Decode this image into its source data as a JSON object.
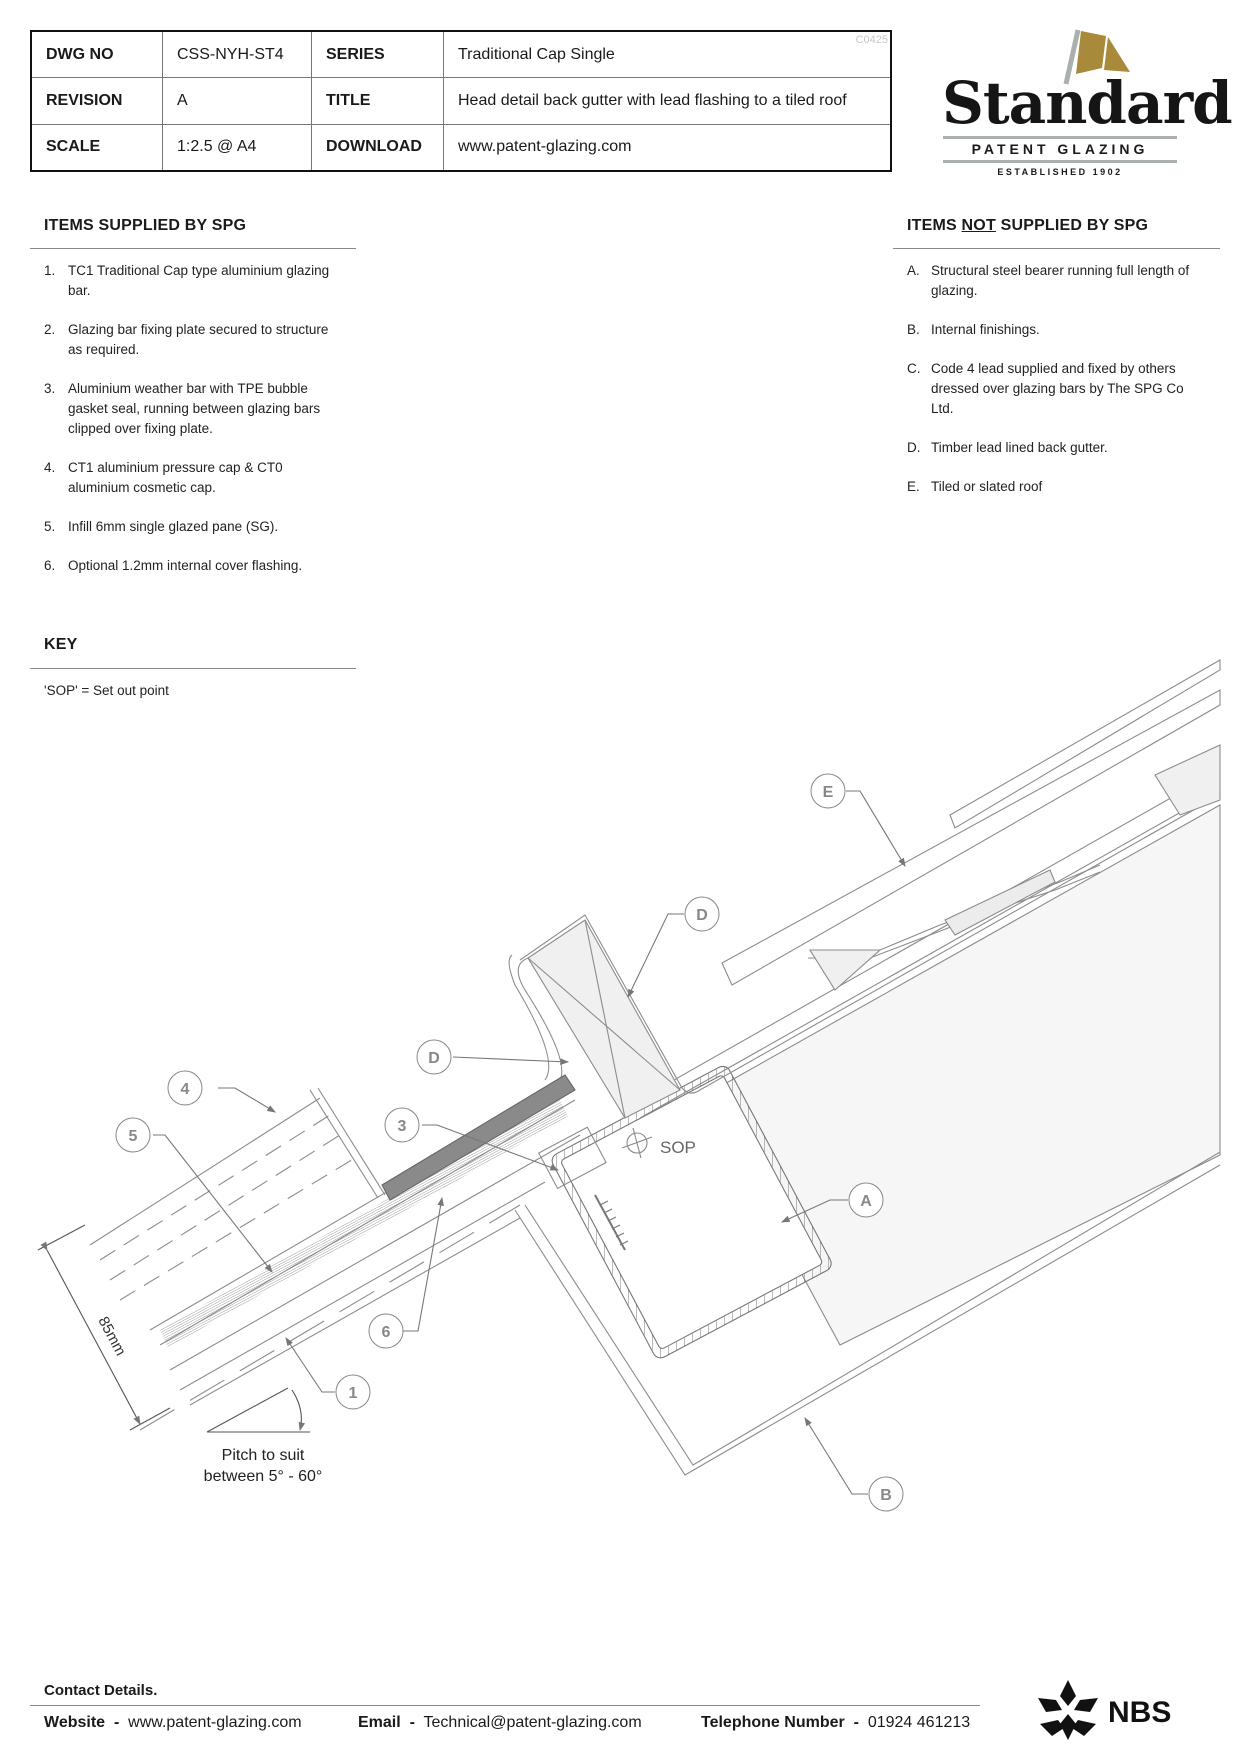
{
  "title_block": {
    "dwg_no_label": "DWG NO",
    "dwg_no": "CSS-NYH-ST4",
    "series_label": "SERIES",
    "series": "Traditional Cap Single",
    "revision_label": "REVISION",
    "revision": "A",
    "title_label": "TITLE",
    "title": "Head detail back gutter with lead flashing to a tiled roof",
    "scale_label": "SCALE",
    "scale": "1:2.5 @ A4",
    "download_label": "DOWNLOAD",
    "download": "www.patent-glazing.com",
    "drawing_code": "C0425"
  },
  "logo": {
    "wordmark": "Standard",
    "subline": "PATENT GLAZING",
    "established": "ESTABLISHED 1902",
    "flag_color": "#a98a3a",
    "pole_color": "#a9b0ad"
  },
  "supplied": {
    "heading": "ITEMS SUPPLIED BY SPG",
    "items": [
      {
        "num": "1.",
        "text": "TC1 Traditional Cap type aluminium glazing bar."
      },
      {
        "num": "2.",
        "text": "Glazing bar fixing plate secured to structure as required."
      },
      {
        "num": "3.",
        "text": "Aluminium weather bar with TPE bubble gasket seal, running between glazing bars clipped over fixing plate."
      },
      {
        "num": "4.",
        "text": "CT1 aluminium pressure cap & CT0 aluminium cosmetic cap."
      },
      {
        "num": "5.",
        "text": "Infill 6mm single glazed pane (SG)."
      },
      {
        "num": "6.",
        "text": "Optional 1.2mm internal cover flashing."
      }
    ]
  },
  "not_supplied": {
    "heading_pre": "ITEMS ",
    "heading_ul": "NOT",
    "heading_post": " SUPPLIED BY SPG",
    "items": [
      {
        "num": "A.",
        "text": "Structural steel bearer running full length of glazing."
      },
      {
        "num": "B.",
        "text": "Internal finishings."
      },
      {
        "num": "C.",
        "text": "Code 4 lead supplied and fixed by others dressed over glazing bars by The SPG Co Ltd."
      },
      {
        "num": "D.",
        "text": "Timber lead lined back gutter."
      },
      {
        "num": "E.",
        "text": "Tiled or slated roof"
      }
    ]
  },
  "key": {
    "heading": "KEY",
    "entry": "'SOP' = Set out point"
  },
  "drawing": {
    "callouts": [
      "1",
      "3",
      "4",
      "5",
      "6",
      "A",
      "B",
      "D",
      "D",
      "E"
    ],
    "sop_label": "SOP",
    "dimension": "85mm",
    "pitch_line1": "Pitch to suit",
    "pitch_line2": "between 5° - 60°"
  },
  "footer": {
    "heading": "Contact Details.",
    "website_label": "Website",
    "website": "www.patent-glazing.com",
    "email_label": "Email",
    "email": "Technical@patent-glazing.com",
    "phone_label": "Telephone Number",
    "phone": "01924 461213",
    "sep": "-",
    "nbs_label": "NBS"
  }
}
